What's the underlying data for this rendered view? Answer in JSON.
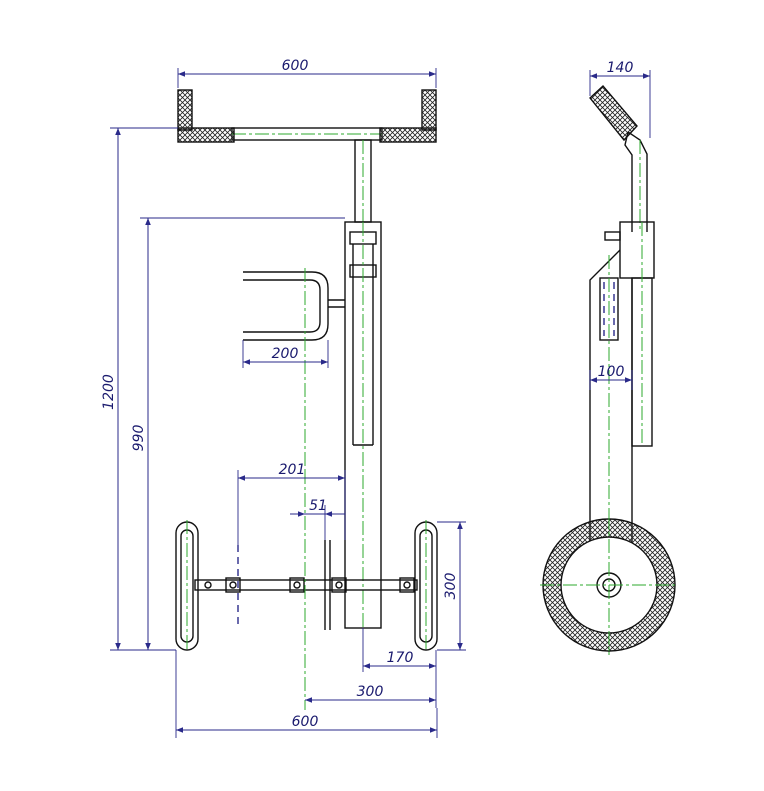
{
  "dimensions": {
    "front_overall_top": "600",
    "side_handle_width": "140",
    "total_height": "1200",
    "lower_height": "990",
    "bracket_width": "200",
    "offset_201": "201",
    "offset_51": "51",
    "wheel_diameter": "300",
    "offset_170": "170",
    "axle_300": "300",
    "base_width": "600",
    "side_width_100": "100"
  },
  "colors": {
    "outline": "#111111",
    "dimension": "#2a2a8a",
    "centerline": "#2eaa2e",
    "hatch": "#222222"
  }
}
